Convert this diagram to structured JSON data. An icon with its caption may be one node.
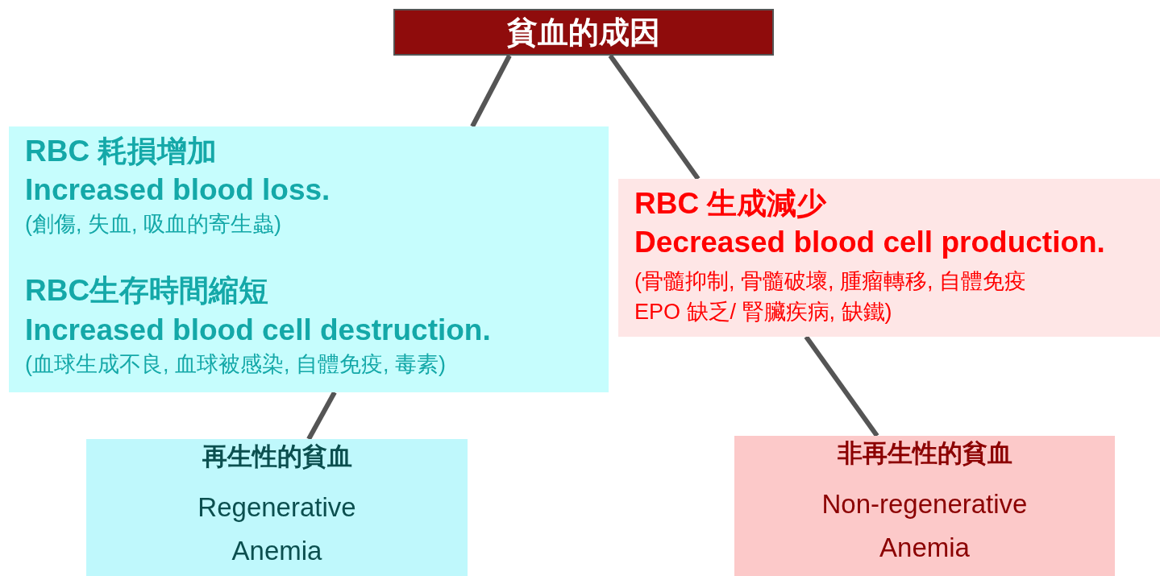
{
  "diagram": {
    "nodes": [
      {
        "text": [
          "貧血的成因"
        ]
      },
      {
        "text": [
          "RBC 耗損增加",
          "Increased blood loss.",
          "(創傷, 失血, 吸血的寄生蟲)",
          "RBC生存時間縮短",
          "Increased blood cell destruction.",
          "(血球生成不良, 血球被感染, 自體免疫, 毒素)"
        ]
      },
      {
        "text": [
          "RBC 生成減少",
          "Decreased blood cell production.",
          "(骨髓抑制, 骨髓破壞, 腫瘤轉移, 自體免疫 EPO 缺乏/ 腎臟疾病, 缺鐵)"
        ]
      },
      {
        "text": [
          "再生性的貧血",
          "Regenerative Anemia"
        ]
      },
      {
        "text": [
          "非再生性的貧血",
          "Non-regenerative Anemia"
        ]
      }
    ],
    "edges": [
      {
        "from": 0,
        "to": 1,
        "arrow": "none"
      },
      {
        "from": 0,
        "to": 2,
        "arrow": "none"
      },
      {
        "from": 1,
        "to": 3,
        "arrow": "none"
      },
      {
        "from": 2,
        "to": 4,
        "arrow": "none"
      }
    ]
  }
}
